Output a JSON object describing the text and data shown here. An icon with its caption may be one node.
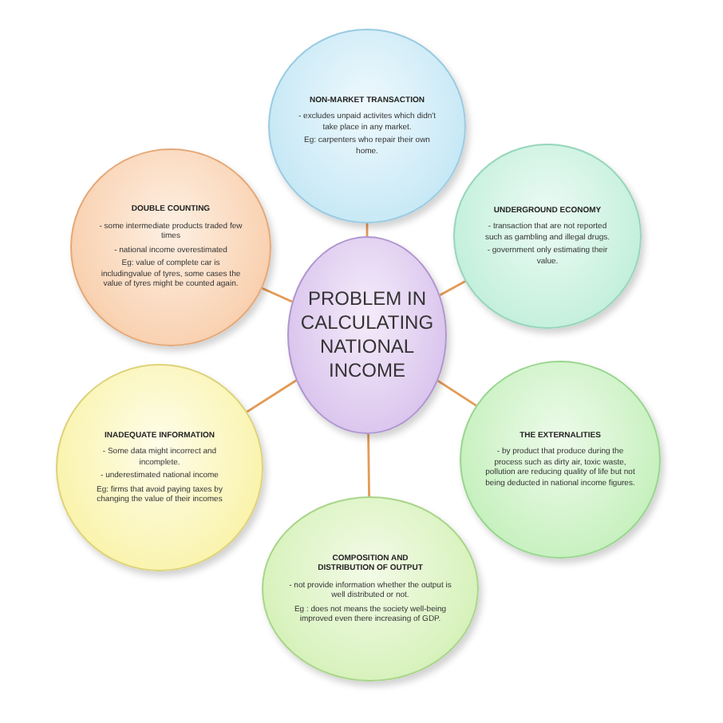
{
  "diagram": {
    "nodes": [
      {
        "text": [
          "PROBLEM IN CALCULATING NATIONAL INCOME"
        ]
      },
      {
        "text": [
          "NON-MARKET TRANSACTION",
          "- excludes unpaid activites which didn't take place in any market.",
          "Eg: carpenters who repair their own home."
        ]
      },
      {
        "text": [
          "DOUBLE COUNTING",
          "- some intermediate products traded few times",
          "- national income overestimated",
          "Eg: value of complete car is includingvalue of tyres, some cases the value of tyres might be counted again."
        ]
      },
      {
        "text": [
          "UNDERGROUND ECONOMY",
          "- transaction that are not reported such as gambling and illegal drugs.",
          "- government only estimating their value."
        ]
      },
      {
        "text": [
          "INADEQUATE INFORMATION",
          "- Some data might incorrect and incomplete.",
          "- underestimated national income",
          "Eg: firms that avoid paying taxes by changing the value of their incomes"
        ]
      },
      {
        "text": [
          "THE EXTERNALITIES",
          "- by product that produce during the process such as dirty air, toxic waste, pollution are reducing quality of life but not being deducted in national income figures."
        ]
      },
      {
        "text": [
          "COMPOSITION AND DISTRIBUTION OF OUTPUT",
          "- not provide information whether the output is well distributed or not.",
          "Eg : does not means the society well-being improved even there increasing of GDP."
        ]
      }
    ],
    "edges": [
      {
        "from": 0,
        "to": 1,
        "arrow": "none"
      },
      {
        "from": 0,
        "to": 2,
        "arrow": "none"
      },
      {
        "from": 0,
        "to": 3,
        "arrow": "none"
      },
      {
        "from": 0,
        "to": 4,
        "arrow": "none"
      },
      {
        "from": 0,
        "to": 5,
        "arrow": "none"
      },
      {
        "from": 0,
        "to": 6,
        "arrow": "none"
      }
    ]
  }
}
